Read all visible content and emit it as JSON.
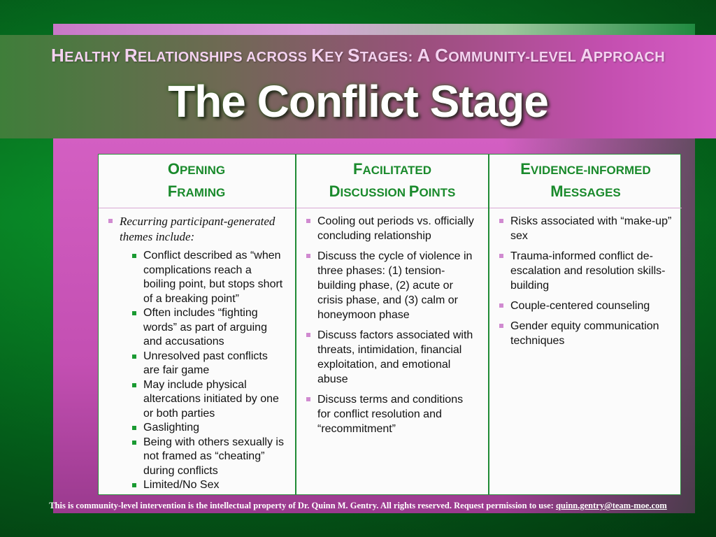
{
  "subtitle": {
    "parts": [
      {
        "text": "H",
        "big": true
      },
      {
        "text": "EALTHY ",
        "big": false
      },
      {
        "text": "R",
        "big": true
      },
      {
        "text": "ELATIONSHIPS ACROSS ",
        "big": false
      },
      {
        "text": "K",
        "big": true
      },
      {
        "text": "EY ",
        "big": false
      },
      {
        "text": "S",
        "big": true
      },
      {
        "text": "TAGES: ",
        "big": false
      },
      {
        "text": "A ",
        "big": true
      },
      {
        "text": "C",
        "big": true
      },
      {
        "text": "OMMUNITY-LEVEL ",
        "big": false
      },
      {
        "text": "A",
        "big": true
      },
      {
        "text": "PPROACH",
        "big": false
      }
    ]
  },
  "title": "The Conflict Stage",
  "columns": {
    "col1": {
      "heading_line1_initial": "O",
      "heading_line1_rest": "PENING",
      "heading_line2_initial": "F",
      "heading_line2_rest": "RAMING",
      "intro": "Recurring participant-generated themes include:",
      "sub_items": [
        "Conflict described as “when complications reach a boiling point, but stops short of a breaking point”",
        "Often includes “fighting words” as part of arguing and accusations",
        "Unresolved past conflicts are fair game",
        "May include physical altercations initiated by one or both parties",
        "Gaslighting",
        "Being with others sexually is not framed as “cheating” during conflicts",
        "Limited/No Sex"
      ]
    },
    "col2": {
      "heading_line1_initial": "F",
      "heading_line1_rest": "ACILITATED",
      "heading_line2_initial": "D",
      "heading_line2_rest": "ISCUSSION ",
      "heading_line2b_initial": "P",
      "heading_line2b_rest": "OINTS",
      "items": [
        "Cooling out periods vs. officially concluding relationship",
        "Discuss the cycle of violence in three phases: (1) tension-building phase, (2) acute or crisis phase, and (3) calm or honeymoon phase",
        "Discuss factors associated with threats, intimidation, financial exploitation, and emotional abuse",
        "Discuss terms and conditions for conflict resolution and “recommitment”"
      ]
    },
    "col3": {
      "heading_line1_initial": "E",
      "heading_line1_rest": "VIDENCE-INFORMED",
      "heading_line2_initial": "M",
      "heading_line2_rest": "ESSAGES",
      "items": [
        "Risks associated with “make-up” sex",
        "Trauma-informed conflict de-escalation and resolution skills-building",
        "Couple-centered counseling",
        "Gender equity communication techniques"
      ]
    }
  },
  "footer": {
    "text": "This is community-level intervention is the intellectual property of Dr. Quinn M. Gentry.  All rights reserved.  Request permission to use: ",
    "email": "quinn.gentry@team-moe.com"
  },
  "colors": {
    "accent_green": "#1a8a2c",
    "accent_pink": "#c34fb2",
    "bullet_pink": "#d08ad0",
    "bullet_green": "#1a9a32"
  }
}
